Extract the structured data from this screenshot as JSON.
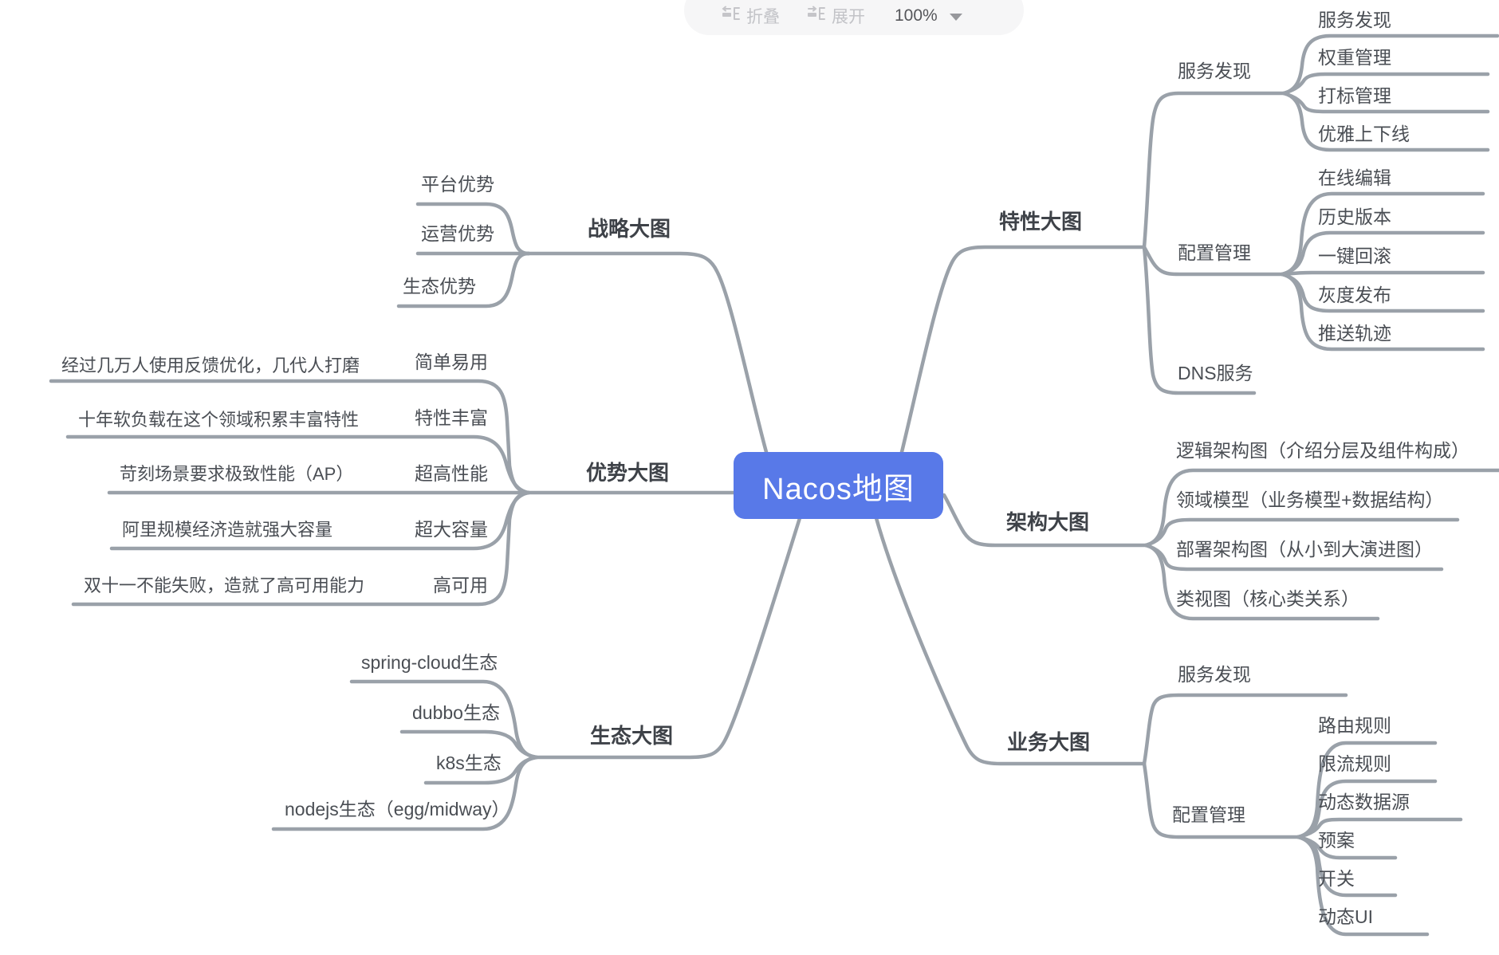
{
  "toolbar": {
    "collapse_label": "折叠",
    "expand_label": "展开",
    "zoom_level": "100%"
  },
  "mindmap": {
    "line_color": "#9aa1a9",
    "root": {
      "label": "Nacos地图",
      "color": "#5879e8"
    },
    "right": [
      {
        "label": "特性大图",
        "children": [
          {
            "label": "服务发现",
            "children": [
              {
                "label": "服务发现"
              },
              {
                "label": "权重管理"
              },
              {
                "label": "打标管理"
              },
              {
                "label": "优雅上下线"
              }
            ]
          },
          {
            "label": "配置管理",
            "children": [
              {
                "label": "在线编辑"
              },
              {
                "label": "历史版本"
              },
              {
                "label": "一键回滚"
              },
              {
                "label": "灰度发布"
              },
              {
                "label": "推送轨迹"
              }
            ]
          },
          {
            "label": "DNS服务"
          }
        ]
      },
      {
        "label": "架构大图",
        "children": [
          {
            "label": "逻辑架构图（介绍分层及组件构成）"
          },
          {
            "label": "领域模型（业务模型+数据结构）"
          },
          {
            "label": "部署架构图（从小到大演进图）"
          },
          {
            "label": "类视图（核心类关系）"
          }
        ]
      },
      {
        "label": "业务大图",
        "children": [
          {
            "label": "服务发现"
          },
          {
            "label": "配置管理",
            "children": [
              {
                "label": "路由规则"
              },
              {
                "label": "限流规则"
              },
              {
                "label": "动态数据源"
              },
              {
                "label": "预案"
              },
              {
                "label": "开关"
              },
              {
                "label": "动态UI"
              }
            ]
          }
        ]
      }
    ],
    "left": [
      {
        "label": "战略大图",
        "children": [
          {
            "label": "平台优势"
          },
          {
            "label": "运营优势"
          },
          {
            "label": "生态优势"
          }
        ]
      },
      {
        "label": "优势大图",
        "children": [
          {
            "label": "简单易用",
            "children": [
              {
                "label": "经过几万人使用反馈优化，几代人打磨"
              }
            ]
          },
          {
            "label": "特性丰富",
            "children": [
              {
                "label": "十年软负载在这个领域积累丰富特性"
              }
            ]
          },
          {
            "label": "超高性能",
            "children": [
              {
                "label": "苛刻场景要求极致性能（AP）"
              }
            ]
          },
          {
            "label": "超大容量",
            "children": [
              {
                "label": "阿里规模经济造就强大容量"
              }
            ]
          },
          {
            "label": "高可用",
            "children": [
              {
                "label": "双十一不能失败，造就了高可用能力"
              }
            ]
          }
        ]
      },
      {
        "label": "生态大图",
        "children": [
          {
            "label": "spring-cloud生态"
          },
          {
            "label": "dubbo生态"
          },
          {
            "label": "k8s生态"
          },
          {
            "label": "nodejs生态（egg/midway）"
          }
        ]
      }
    ]
  }
}
